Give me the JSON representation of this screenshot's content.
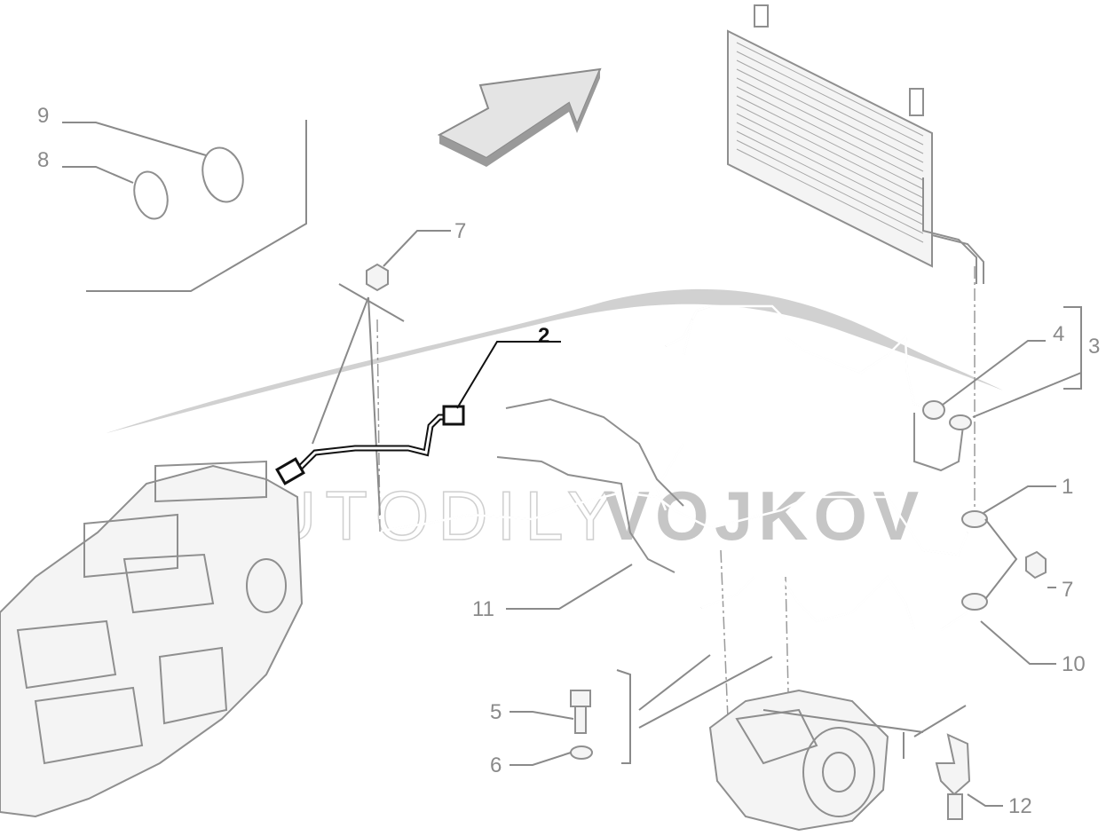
{
  "callouts": {
    "c1": "1",
    "c2": "2",
    "c3": "3",
    "c4": "4",
    "c5": "5",
    "c6": "6",
    "c7a": "7",
    "c7b": "7",
    "c8": "8",
    "c9": "9",
    "c10": "10",
    "c11": "11",
    "c12": "12"
  },
  "watermark": {
    "light": "AUTODILY",
    "bold": "VOJKOV"
  },
  "colors": {
    "line": "#8a8a8a",
    "highlight": "#111111",
    "swoosh": "#cccccc"
  }
}
